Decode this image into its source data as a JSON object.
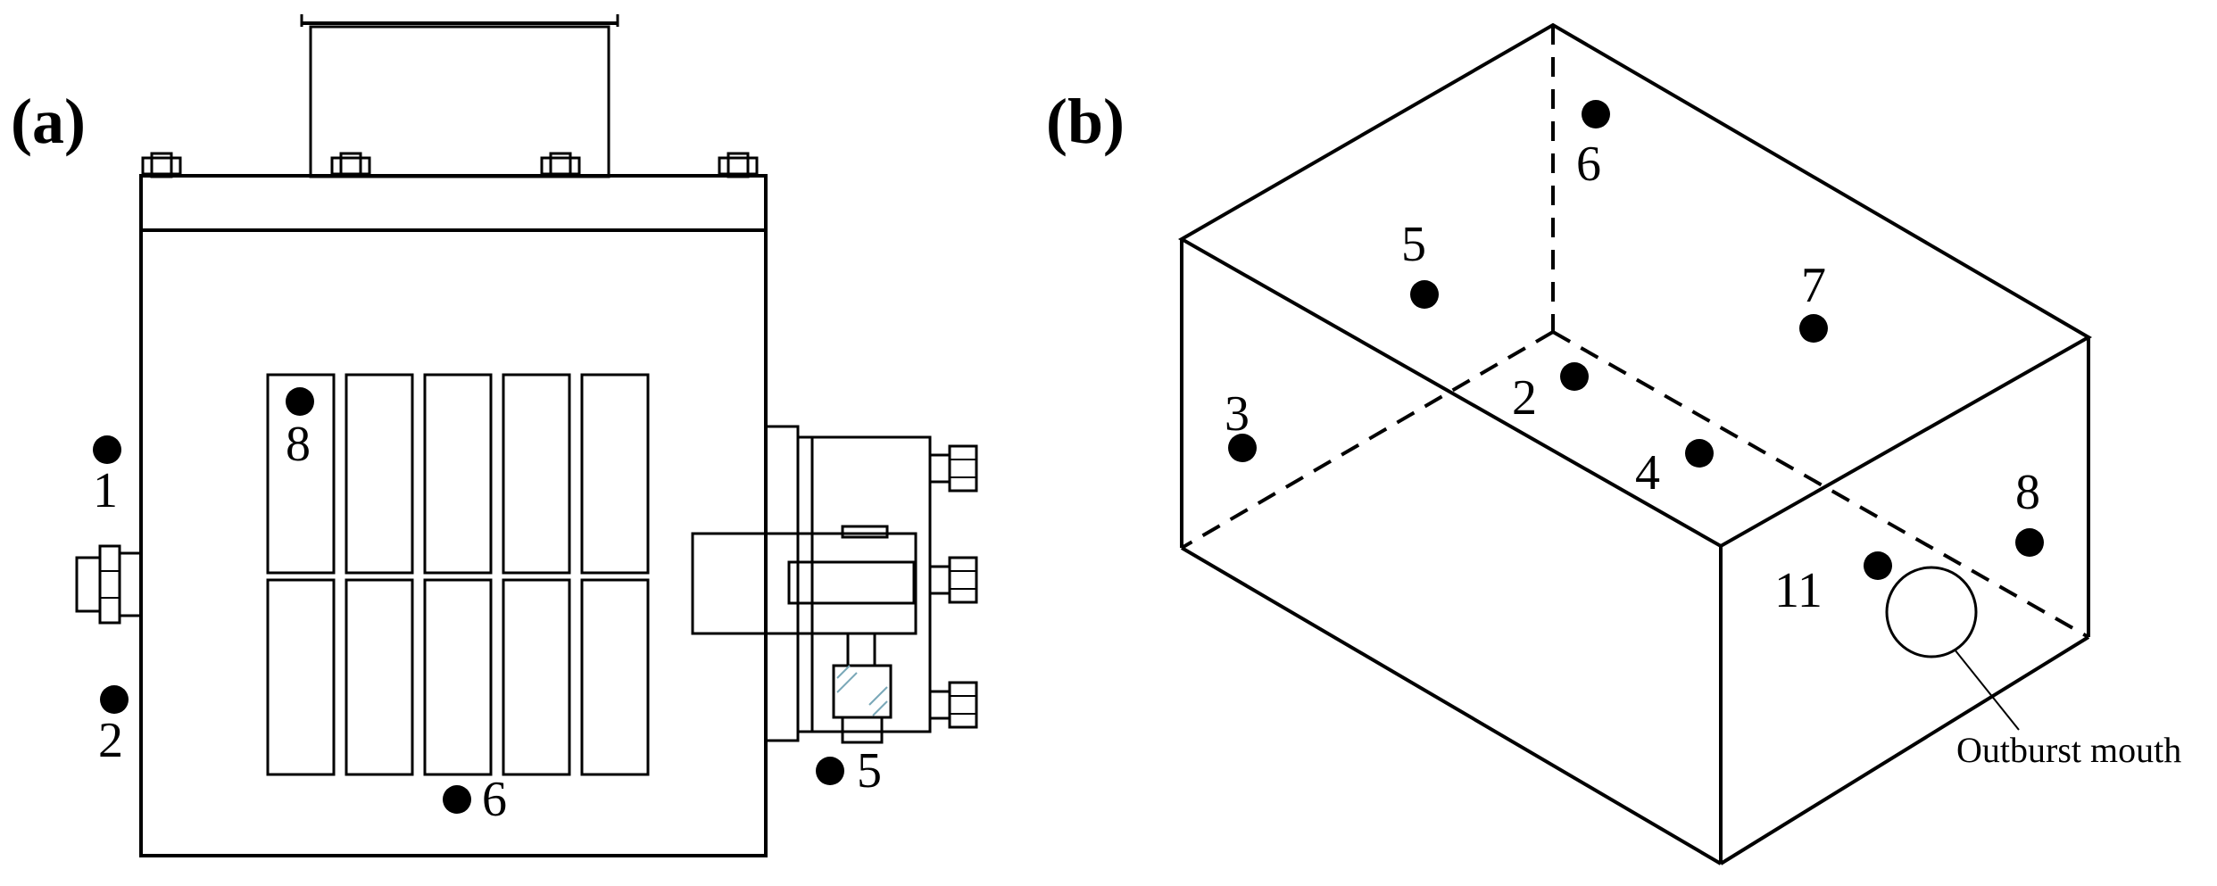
{
  "panels": {
    "a": {
      "label": "(a)",
      "points": [
        "1",
        "2",
        "5",
        "6",
        "8"
      ]
    },
    "b": {
      "label": "(b)",
      "points": [
        "2",
        "3",
        "4",
        "5",
        "6",
        "7",
        "8",
        "11"
      ],
      "callout": "Outburst mouth"
    }
  }
}
